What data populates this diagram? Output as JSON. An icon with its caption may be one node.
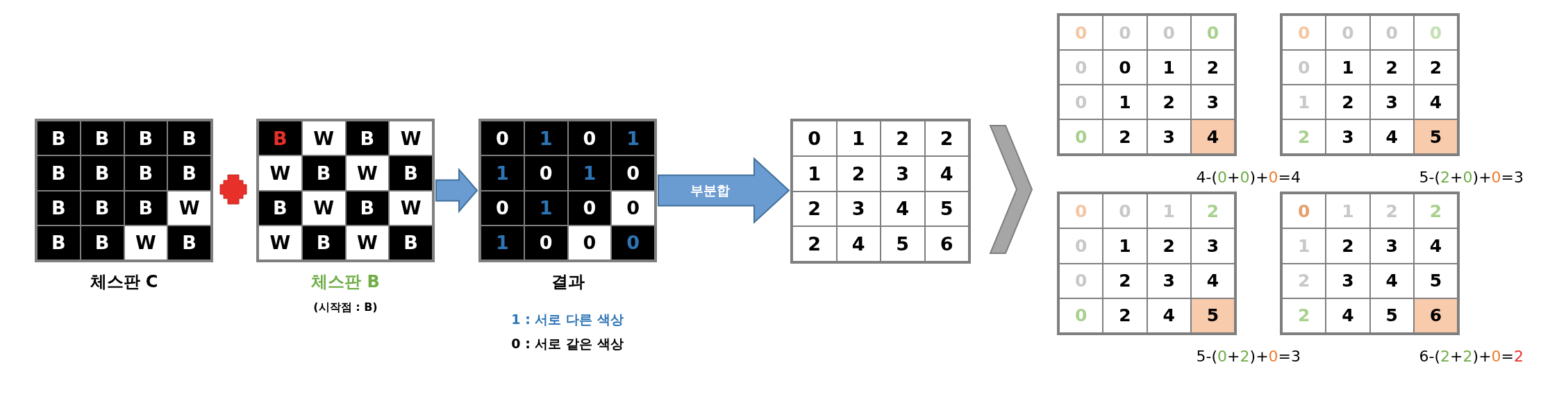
{
  "diagram": {
    "nodes": [
      {
        "text": [
          "B",
          "B",
          "B",
          "B",
          "B",
          "B",
          "B",
          "B",
          "B",
          "B",
          "B",
          "W",
          "B",
          "B",
          "W",
          "B"
        ],
        "beside": [
          "체스판 C"
        ]
      },
      {
        "text": [
          "B",
          "W",
          "B",
          "W",
          "W",
          "B",
          "W",
          "B",
          "B",
          "W",
          "B",
          "W",
          "W",
          "B",
          "W",
          "B"
        ],
        "beside": [
          "체스판 B",
          "(시작점 : B)"
        ]
      },
      {
        "text": [
          "0",
          "1",
          "0",
          "1",
          "1",
          "0",
          "1",
          "0",
          "0",
          "1",
          "0",
          "0",
          "1",
          "0",
          "0",
          "0"
        ],
        "beside": [
          "결과"
        ]
      },
      {
        "text": [
          "0",
          "1",
          "2",
          "2",
          "1",
          "2",
          "3",
          "4",
          "2",
          "3",
          "4",
          "5",
          "2",
          "4",
          "5",
          "6"
        ]
      },
      {
        "text": [
          "0",
          "0",
          "0",
          "0",
          "0",
          "0",
          "1",
          "2",
          "0",
          "1",
          "2",
          "3",
          "0",
          "2",
          "3",
          "4"
        ],
        "beside": [
          "4-(0+0)+0=4"
        ]
      },
      {
        "text": [
          "0",
          "0",
          "0",
          "0",
          "0",
          "1",
          "2",
          "2",
          "1",
          "2",
          "3",
          "4",
          "2",
          "3",
          "4",
          "5"
        ],
        "beside": [
          "5-(2+0)+0=3"
        ]
      },
      {
        "text": [
          "0",
          "0",
          "1",
          "2",
          "0",
          "1",
          "2",
          "3",
          "0",
          "2",
          "3",
          "4",
          "0",
          "2",
          "4",
          "5"
        ],
        "beside": [
          "5-(0+2)+0=3"
        ]
      },
      {
        "text": [
          "0",
          "1",
          "2",
          "2",
          "1",
          "2",
          "3",
          "4",
          "2",
          "3",
          "4",
          "5",
          "2",
          "4",
          "5",
          "6"
        ],
        "beside": [
          "6-(2+2)+0=2"
        ]
      }
    ],
    "edges": [
      {
        "from": 1,
        "to": 2,
        "arrow": "to"
      },
      {
        "from": 2,
        "to": 3,
        "arrow": "to",
        "label": "부분합"
      },
      {
        "from": 3,
        "to": null,
        "arrow": "to"
      }
    ],
    "labels": [
      "1 : 서로 다른 색상",
      "0 : 서로 같은 색상"
    ]
  }
}
